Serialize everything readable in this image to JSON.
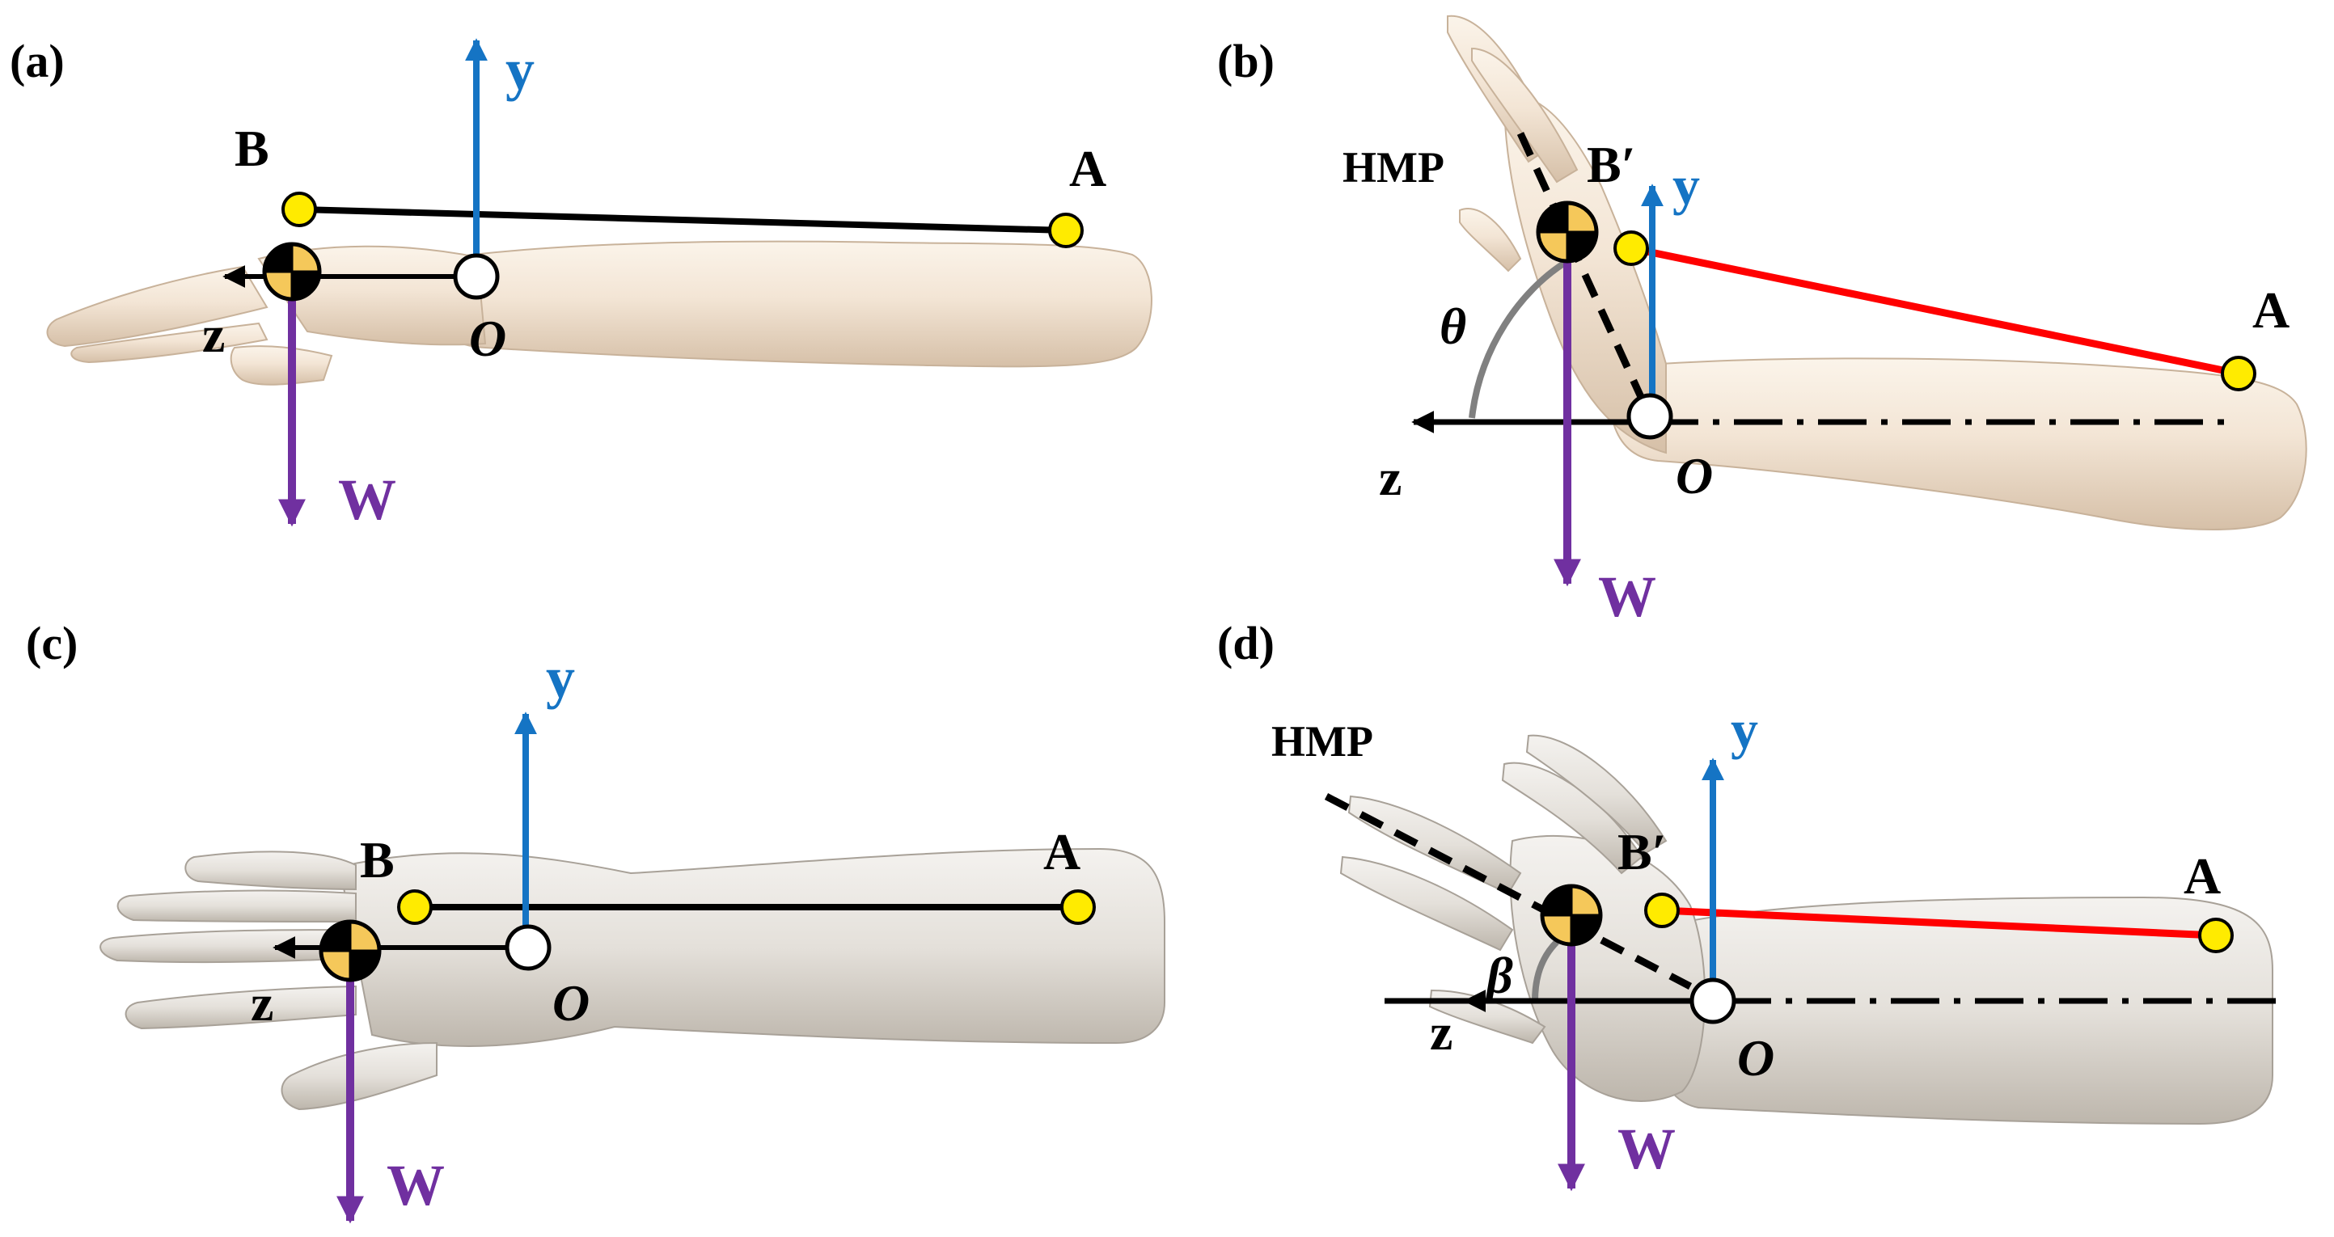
{
  "colors": {
    "skin_light": "#f6ece0",
    "skin_mid": "#e8d6c2",
    "skin_dark": "#c9b39b",
    "gray_light": "#efece8",
    "gray_mid": "#d9d4cd",
    "gray_dark": "#b1aaa0",
    "segment_black": "#000000",
    "segment_red": "#ff0000",
    "axis_y": "#1574c4",
    "weight": "#7030a0",
    "angle_arc": "#808080",
    "marker_yellow": "#ffeb00",
    "com_yellow": "#f5c85a"
  },
  "panels": {
    "a": {
      "panel_label": "(a)",
      "axis_y_label": "y",
      "axis_z_label": "z",
      "origin_label": "O",
      "point_a_label": "A",
      "point_b_label": "B",
      "weight_label": "W"
    },
    "b": {
      "panel_label": "(b)",
      "axis_y_label": "y",
      "axis_z_label": "z",
      "origin_label": "O",
      "point_a_label": "A",
      "point_b_label": "B′",
      "weight_label": "W",
      "plane_label": "HMP",
      "angle_label": "θ"
    },
    "c": {
      "panel_label": "(c)",
      "axis_y_label": "y",
      "axis_z_label": "z",
      "origin_label": "O",
      "point_a_label": "A",
      "point_b_label": "B",
      "weight_label": "W"
    },
    "d": {
      "panel_label": "(d)",
      "axis_y_label": "y",
      "axis_z_label": "z",
      "origin_label": "O",
      "point_a_label": "A",
      "point_b_label": "B′",
      "weight_label": "W",
      "plane_label": "HMP",
      "angle_label": "β"
    }
  }
}
